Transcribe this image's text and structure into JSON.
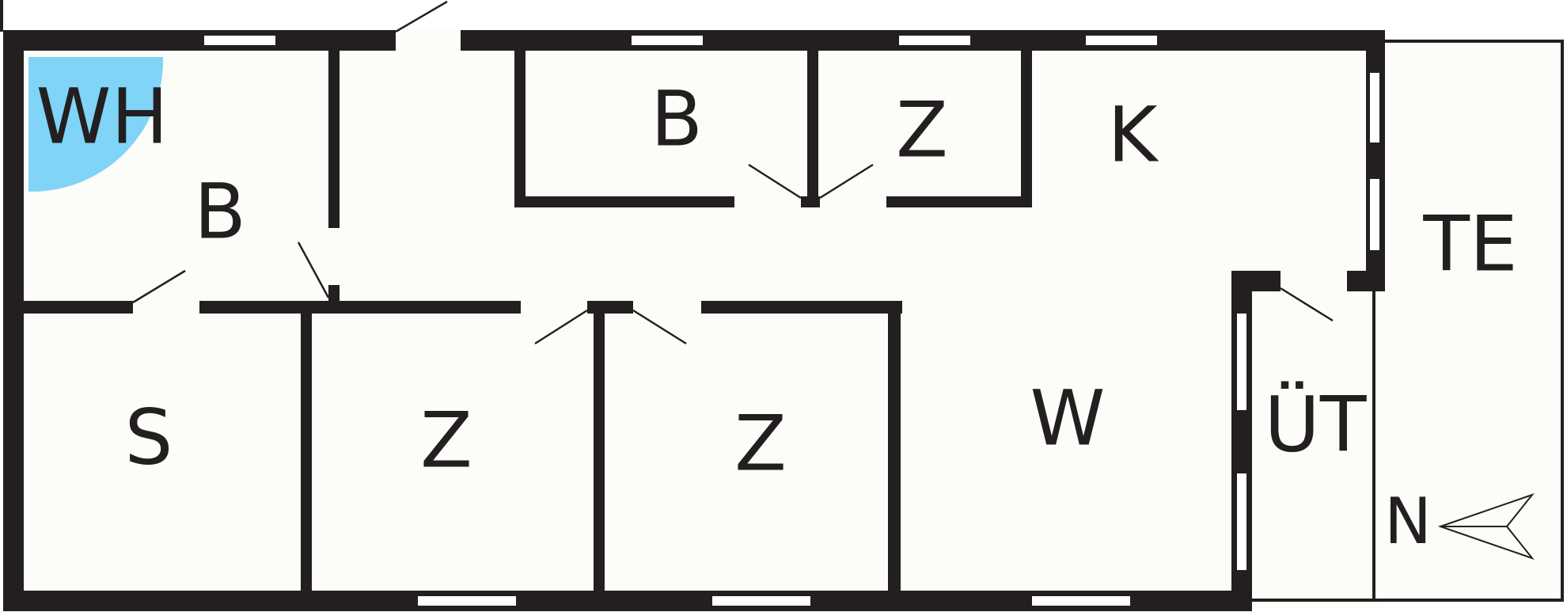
{
  "rooms": {
    "wh": "WH",
    "b_left": "B",
    "b_top": "B",
    "z_top": "Z",
    "k": "K",
    "te": "TE",
    "s": "S",
    "z1": "Z",
    "z2": "Z",
    "w": "W",
    "ut": "ÜT"
  },
  "compass": {
    "label": "N"
  },
  "colors": {
    "wall": "#231f20",
    "floor": "#fcfcf8",
    "whirlpool": "#7fd4f7"
  }
}
